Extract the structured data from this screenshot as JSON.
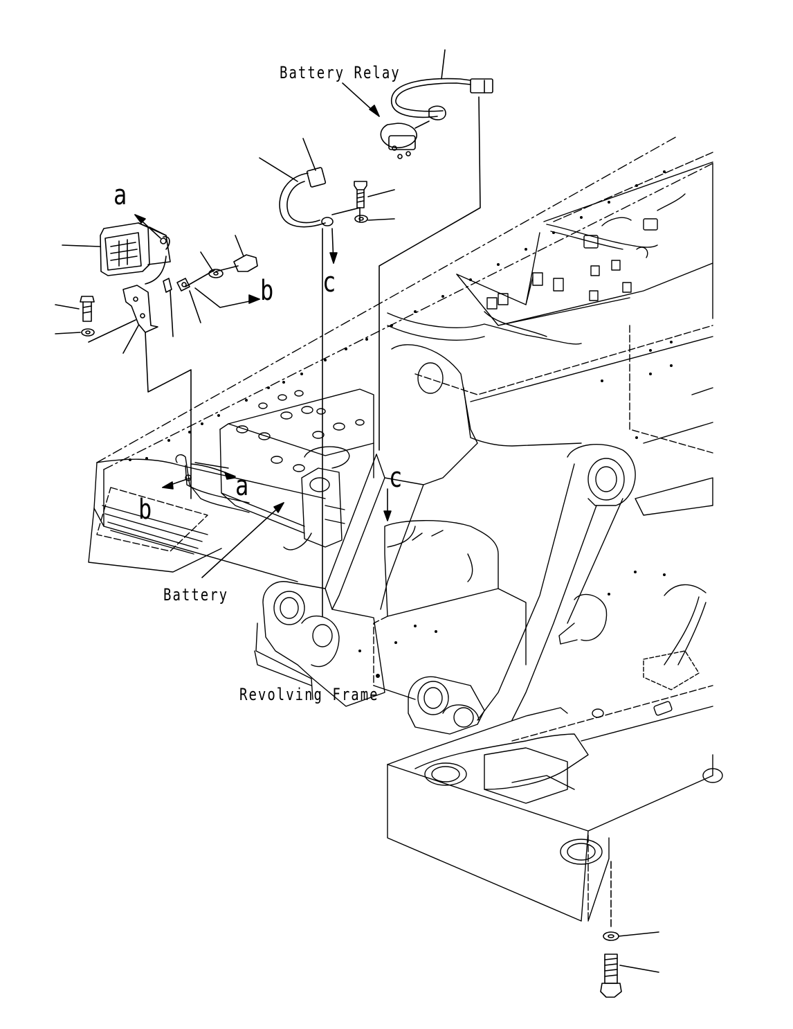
{
  "labels": {
    "battery_relay": "Battery Relay",
    "battery": "Battery",
    "revolving_frame": "Revolving Frame"
  },
  "callouts": {
    "a": "a",
    "b": "b",
    "c": "c"
  },
  "colors": {
    "line": "#000000",
    "background": "#ffffff"
  }
}
